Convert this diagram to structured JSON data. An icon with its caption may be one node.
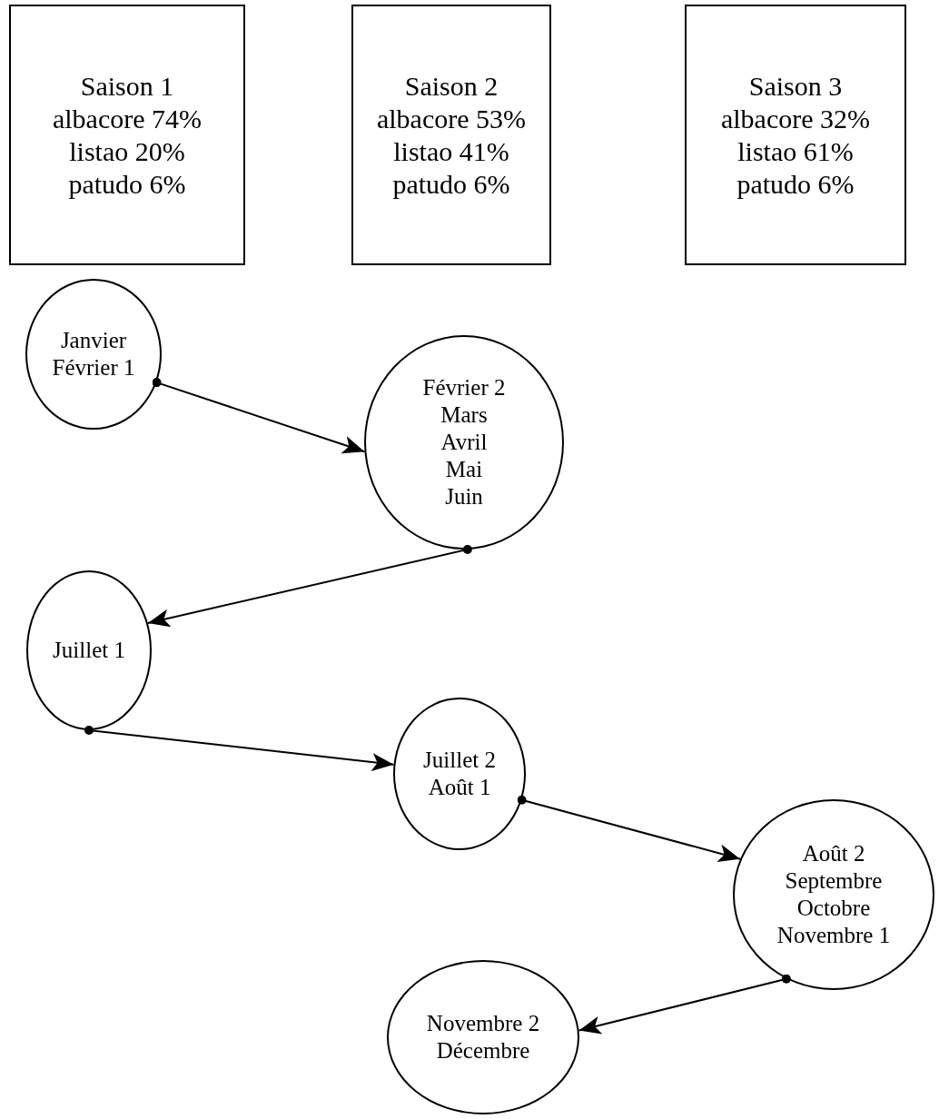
{
  "diagram": {
    "nodes": [
      {
        "text": [
          "Saison 1",
          "albacore 74%",
          "listao 20%",
          "patudo 6%"
        ]
      },
      {
        "text": [
          "Saison 2",
          "albacore 53%",
          "listao 41%",
          "patudo 6%"
        ]
      },
      {
        "text": [
          "Saison 3",
          "albacore 32%",
          "listao 61%",
          "patudo 6%"
        ]
      },
      {
        "text": [
          "Janvier",
          "Février 1"
        ]
      },
      {
        "text": [
          "Février 2",
          "Mars",
          "Avril",
          "Mai",
          "Juin"
        ]
      },
      {
        "text": [
          "Juillet 1"
        ]
      },
      {
        "text": [
          "Juillet 2",
          "Août 1"
        ]
      },
      {
        "text": [
          "Août 2",
          "Septembre",
          "Octobre",
          "Novembre 1"
        ]
      },
      {
        "text": [
          "Novembre 2",
          "Décembre"
        ]
      }
    ],
    "edges": [
      {
        "from": 3,
        "to": 4,
        "arrow": "to"
      },
      {
        "from": 4,
        "to": 5,
        "arrow": "to"
      },
      {
        "from": 5,
        "to": 6,
        "arrow": "to"
      },
      {
        "from": 6,
        "to": 7,
        "arrow": "to"
      },
      {
        "from": 7,
        "to": 8,
        "arrow": "to"
      }
    ]
  }
}
